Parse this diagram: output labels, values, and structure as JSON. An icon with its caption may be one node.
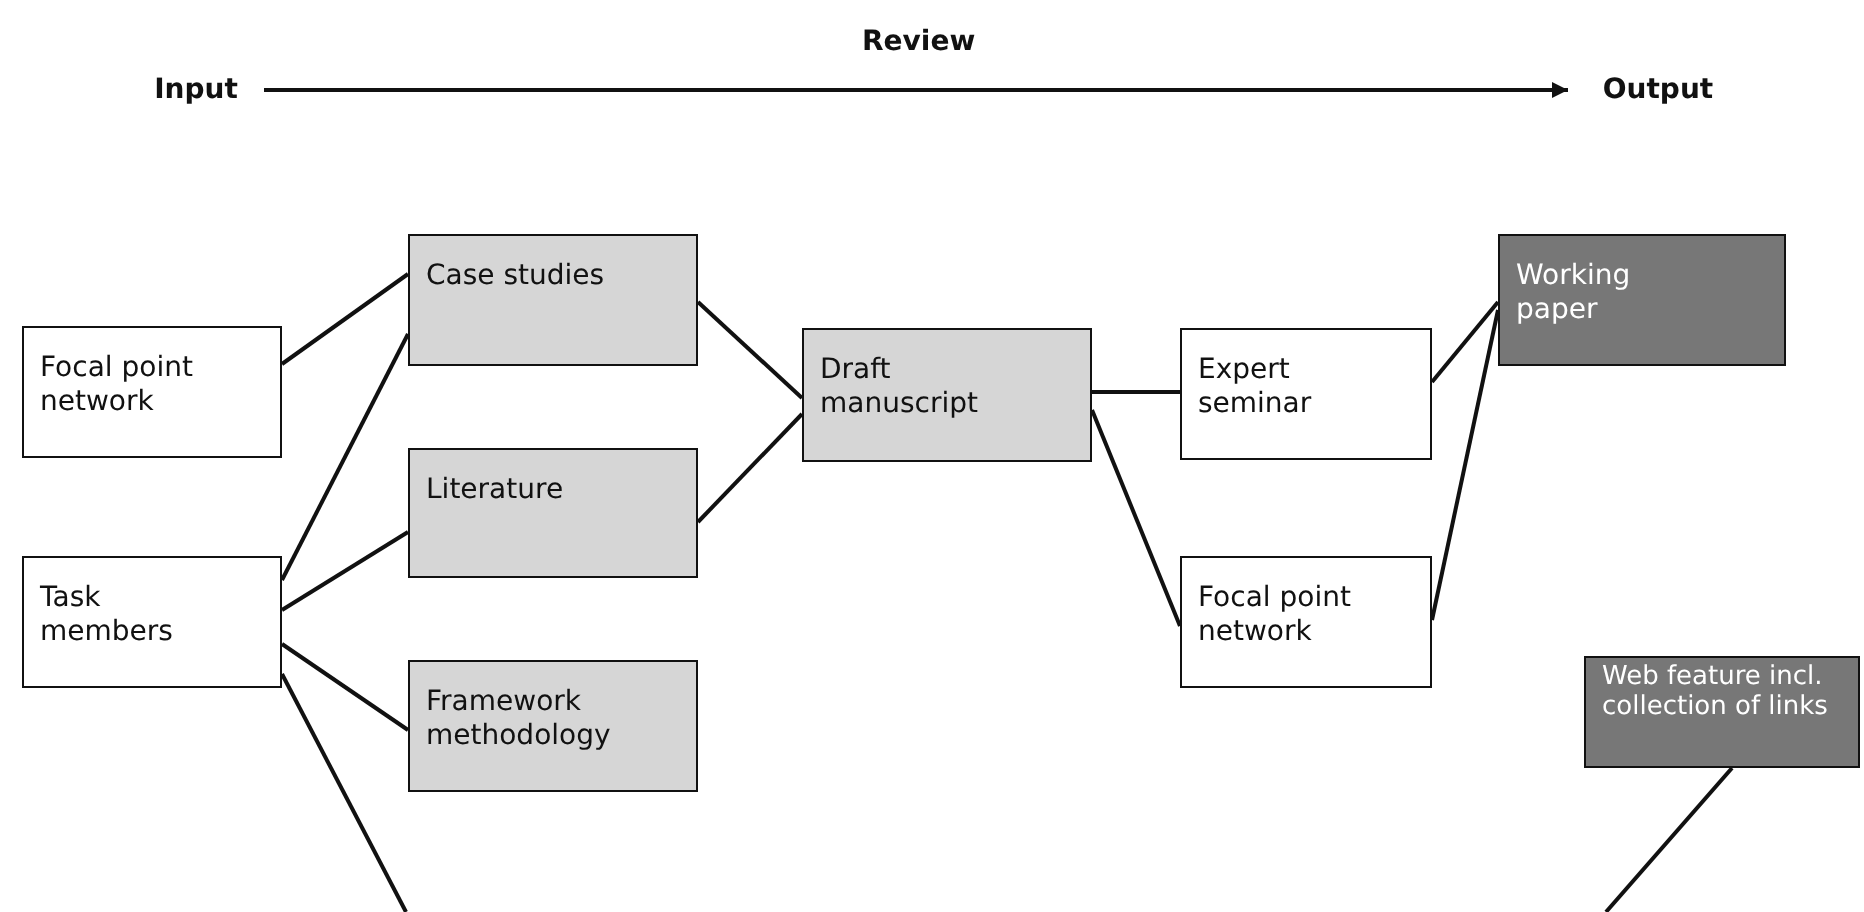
{
  "diagram": {
    "nodes": [
      {
        "text": [
          "Input"
        ]
      },
      {
        "text": [
          "Output"
        ]
      },
      {
        "text": [
          "Focal point network"
        ]
      },
      {
        "text": [
          "Task members"
        ]
      },
      {
        "text": [
          "Case studies"
        ]
      },
      {
        "text": [
          "Literature"
        ]
      },
      {
        "text": [
          "Framework methodology"
        ]
      },
      {
        "text": [
          "Draft manuscript"
        ]
      },
      {
        "text": [
          "Expert seminar"
        ]
      },
      {
        "text": [
          "Focal point network"
        ]
      },
      {
        "text": [
          "Working paper"
        ]
      },
      {
        "text": [
          "Web feature incl. collection of links"
        ]
      }
    ],
    "edges": [
      {
        "from": 0,
        "to": 1,
        "arrow": "to",
        "label": "Review"
      },
      {
        "from": 2,
        "to": 4,
        "arrow": "none"
      },
      {
        "from": 3,
        "to": 4,
        "arrow": "none"
      },
      {
        "from": 3,
        "to": 5,
        "arrow": "none"
      },
      {
        "from": 3,
        "to": 6,
        "arrow": "none"
      },
      {
        "from": 3,
        "to": null,
        "arrow": "none"
      },
      {
        "from": 4,
        "to": 7,
        "arrow": "none"
      },
      {
        "from": 5,
        "to": 7,
        "arrow": "none"
      },
      {
        "from": 7,
        "to": 8,
        "arrow": "none"
      },
      {
        "from": 7,
        "to": 9,
        "arrow": "none"
      },
      {
        "from": 8,
        "to": 10,
        "arrow": "none"
      },
      {
        "from": 9,
        "to": 10,
        "arrow": "none"
      },
      {
        "from": null,
        "to": 11,
        "arrow": "none"
      }
    ]
  }
}
